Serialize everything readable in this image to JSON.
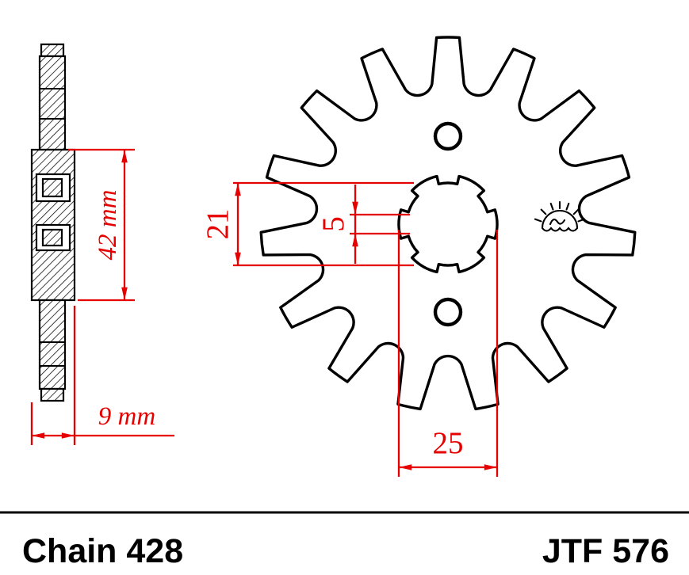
{
  "colors": {
    "accent_red": "#e60000",
    "ink": "#000000",
    "background": "#ffffff"
  },
  "footer": {
    "chain_label": "Chain 428",
    "part_number": "JTF 576"
  },
  "dimensions": {
    "hub_length_label": "42 mm",
    "overall_width_label": "9 mm",
    "spline_inner_diameter_label": "21",
    "spline_groove_width_label": "5",
    "bore_diameter_label": "25"
  },
  "sprocket": {
    "teeth": 15,
    "spline_count": 6
  },
  "icons": {
    "brand_logo": "jt-rising-sun-icon"
  }
}
